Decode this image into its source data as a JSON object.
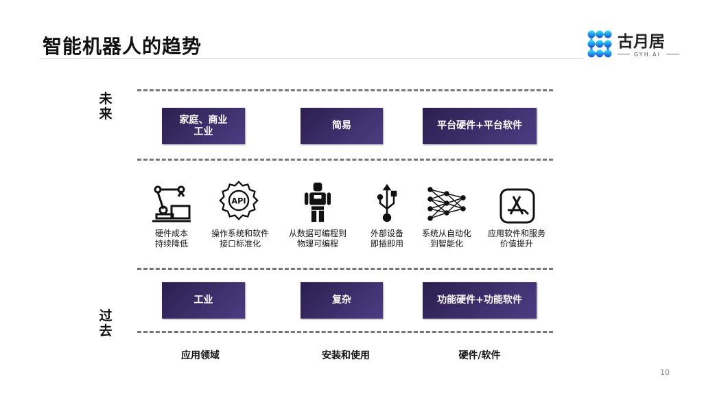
{
  "title": "智能机器人的趋势",
  "logo": {
    "name": "古月居",
    "sub": "GYH.AI"
  },
  "axis": {
    "future": "未来",
    "past": "过去"
  },
  "future_boxes": [
    "家庭、商业\n工业",
    "简易",
    "平台硬件+平台软件"
  ],
  "past_boxes": [
    "工业",
    "复杂",
    "功能硬件+功能软件"
  ],
  "trends": [
    {
      "icon": "robot-arm-icon",
      "line1": "硬件成本",
      "line2": "持续降低"
    },
    {
      "icon": "api-gear-icon",
      "line1": "操作系统和软件",
      "line2": "接口标准化"
    },
    {
      "icon": "humanoid-robot-icon",
      "line1": "从数据可编程到",
      "line2": "物理可编程"
    },
    {
      "icon": "usb-icon",
      "line1": "外部设备",
      "line2": "即插即用"
    },
    {
      "icon": "neural-network-icon",
      "line1": "系统从自动化",
      "line2": "到智能化"
    },
    {
      "icon": "app-store-icon",
      "line1": "应用软件和服务",
      "line2": "价值提升"
    }
  ],
  "columns": [
    "应用领域",
    "安装和使用",
    "硬件/软件"
  ],
  "api_label": "API",
  "page_number": "10"
}
